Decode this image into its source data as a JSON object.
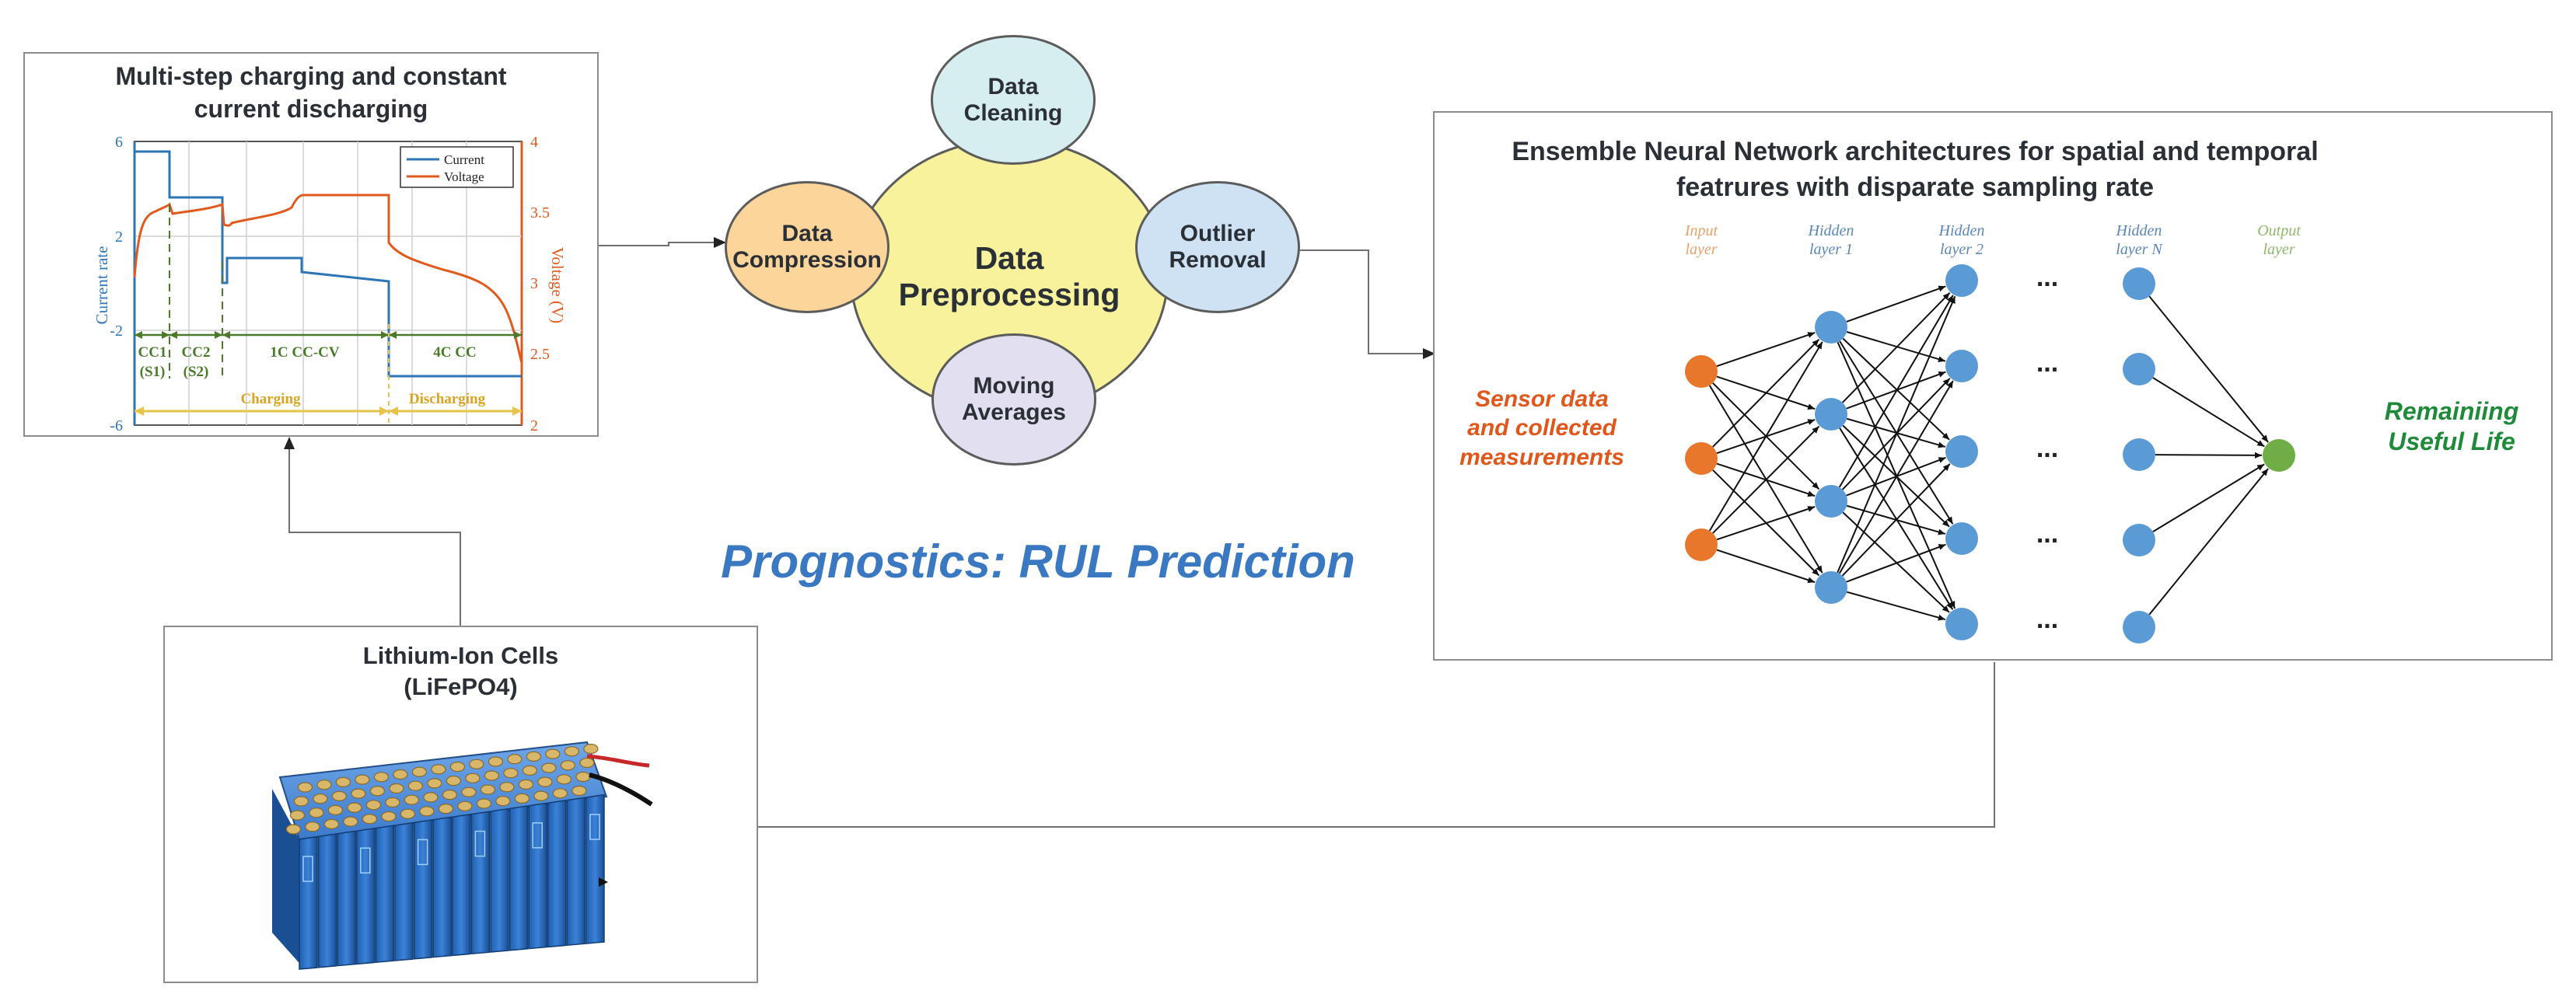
{
  "charging_panel": {
    "title_line1": "Multi-step charging and constant",
    "title_line2": "current discharging",
    "y_left_label": "Current rate",
    "y_right_label": "Voltage (V)",
    "left_ticks": [
      "6",
      "2",
      "-2",
      "-6"
    ],
    "right_ticks": [
      "4",
      "3.5",
      "3",
      "2.5",
      "2"
    ],
    "legend": [
      "Current",
      "Voltage"
    ],
    "phases": [
      "CC1",
      "(S1)",
      "CC2",
      "(S2)",
      "1C CC-CV",
      "4C CC"
    ],
    "charging_label": "Charging",
    "discharging_label": "Discharging",
    "colors": {
      "current": "#2e75b6",
      "voltage": "#e05a1e",
      "phase": "#4a7a2a",
      "band": "#d9a520"
    }
  },
  "preprocessing": {
    "center_line1": "Data",
    "center_line2": "Preprocessing",
    "cleaning_line1": "Data",
    "cleaning_line2": "Cleaning",
    "compression_line1": "Data",
    "compression_line2": "Compression",
    "outlier_line1": "Outlier",
    "outlier_line2": "Removal",
    "moving_line1": "Moving",
    "moving_line2": "Averages",
    "colors": {
      "center": "#f7f29b",
      "cleaning": "#d7eef0",
      "compression": "#fbd59a",
      "outlier": "#cfe2f3",
      "moving": "#e2dff0"
    }
  },
  "heading": "Prognostics: RUL Prediction",
  "network_panel": {
    "title_line1": "Ensemble Neural Network  architectures for spatial and temporal",
    "title_line2": "featrures with disparate sampling rate",
    "input_line1": "Input",
    "input_line2": "layer",
    "hidden1_line1": "Hidden",
    "hidden1_line2": "layer  1",
    "hidden2_line1": "Hidden",
    "hidden2_line2": "layer 2",
    "hiddenN_line1": "Hidden",
    "hiddenN_line2": "layer N",
    "output_line1": "Output",
    "output_line2": "layer",
    "ellipsis": "...",
    "sensor_line1": "Sensor data",
    "sensor_line2": "and collected",
    "sensor_line3": "measurements",
    "rul_line1": "Remainiing",
    "rul_line2": "Useful Life",
    "colors": {
      "input": "#e8762b",
      "hidden": "#5b9bd5",
      "output": "#70ad47",
      "sensor": "#e0571b",
      "rul": "#1f8a3a"
    }
  },
  "battery_panel": {
    "title_line1": "Lithium-Ion Cells",
    "title_line2": "(LiFePO4)"
  }
}
